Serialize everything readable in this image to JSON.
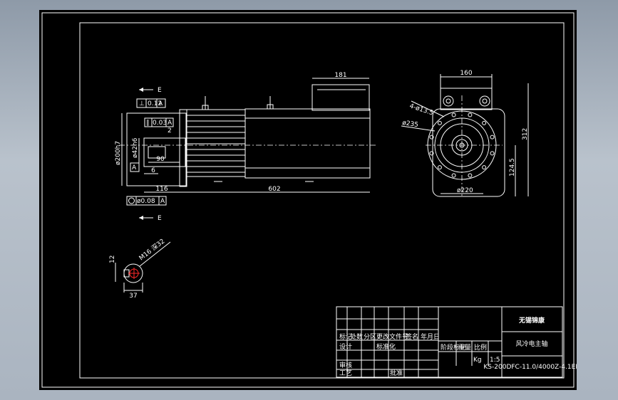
{
  "drawing": {
    "side_view": {
      "dim_top_box": "181",
      "dim_total_length": "602",
      "dim_shaft_length": "116",
      "dim_key_length": "90",
      "dim_key_offset": "6",
      "dim_small": "2",
      "dim_shaft_dia": "ø42h6",
      "dim_flange_dia": "ø200h7",
      "tol_perp": "0.12",
      "tol_parallel": "0.03",
      "tol_runout": "ø0.08",
      "datum": "A",
      "section_mark": "E"
    },
    "end_view": {
      "dim_width": "160",
      "dim_height": "312",
      "dim_center": "124.5",
      "dim_bolt_holes": "4-ø13.5",
      "dim_bolt_circle": "ø235",
      "dim_spigot": "ø220"
    },
    "section_view": {
      "dim_thread": "M16 深32",
      "dim_keyway_depth": "37",
      "dim_key_width": "12"
    },
    "title_block": {
      "company": "无锡锦康",
      "drawing_name": "风冷电主轴",
      "drawing_number": "KS-200DFC-11.0/4000Z-4.1ER",
      "weight_unit": "Kg",
      "scale": "1:5",
      "labels": [
        "标记",
        "处数",
        "分区",
        "更改文件号",
        "签名",
        "年月日",
        "设计",
        "标准化",
        "审核",
        "工艺",
        "批准",
        "阶段标记",
        "重量",
        "比例"
      ]
    }
  }
}
